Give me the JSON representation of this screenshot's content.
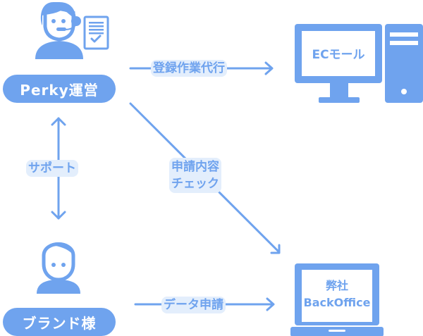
{
  "colors": {
    "primary": "#6fa3ee",
    "label_bg": "#e3eefc",
    "background": "#ffffff"
  },
  "actors": {
    "operator": {
      "label": "Perky運営",
      "icon": "support-operator-with-checklist-icon"
    },
    "brand": {
      "label": "ブランド様",
      "icon": "person-icon"
    }
  },
  "systems": {
    "ec_mall": {
      "label": "ECモール",
      "icon": "desktop-computer-icon"
    },
    "backoffice": {
      "line1": "弊社",
      "line2": "BackOffice",
      "icon": "laptop-icon"
    }
  },
  "flows": {
    "registration": {
      "label": "登録作業代行",
      "from": "Perky運営",
      "to": "ECモール"
    },
    "review": {
      "line1": "申請内容",
      "line2": "チェック",
      "from": "Perky運営",
      "to": "弊社 BackOffice"
    },
    "support": {
      "label": "サポート",
      "between": [
        "Perky運営",
        "ブランド様"
      ]
    },
    "data_submission": {
      "label": "データ申請",
      "from": "ブランド様",
      "to": "弊社 BackOffice"
    }
  }
}
